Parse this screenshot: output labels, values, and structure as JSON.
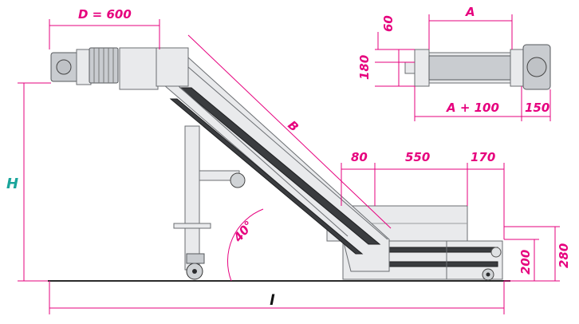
{
  "labels": {
    "d": "D = 600",
    "a": "A",
    "a_plus": "A + 100",
    "b": "B",
    "h": "H",
    "l": "l",
    "angle": "40°",
    "d60": "60",
    "d180": "180",
    "d80": "80",
    "d550": "550",
    "d170": "170",
    "d150": "150",
    "d200": "200",
    "d280": "280"
  },
  "colors": {
    "dimension": "#e6007e",
    "b_label": "#f5a623",
    "h_label": "#1aa59b",
    "l_label": "#111111"
  }
}
